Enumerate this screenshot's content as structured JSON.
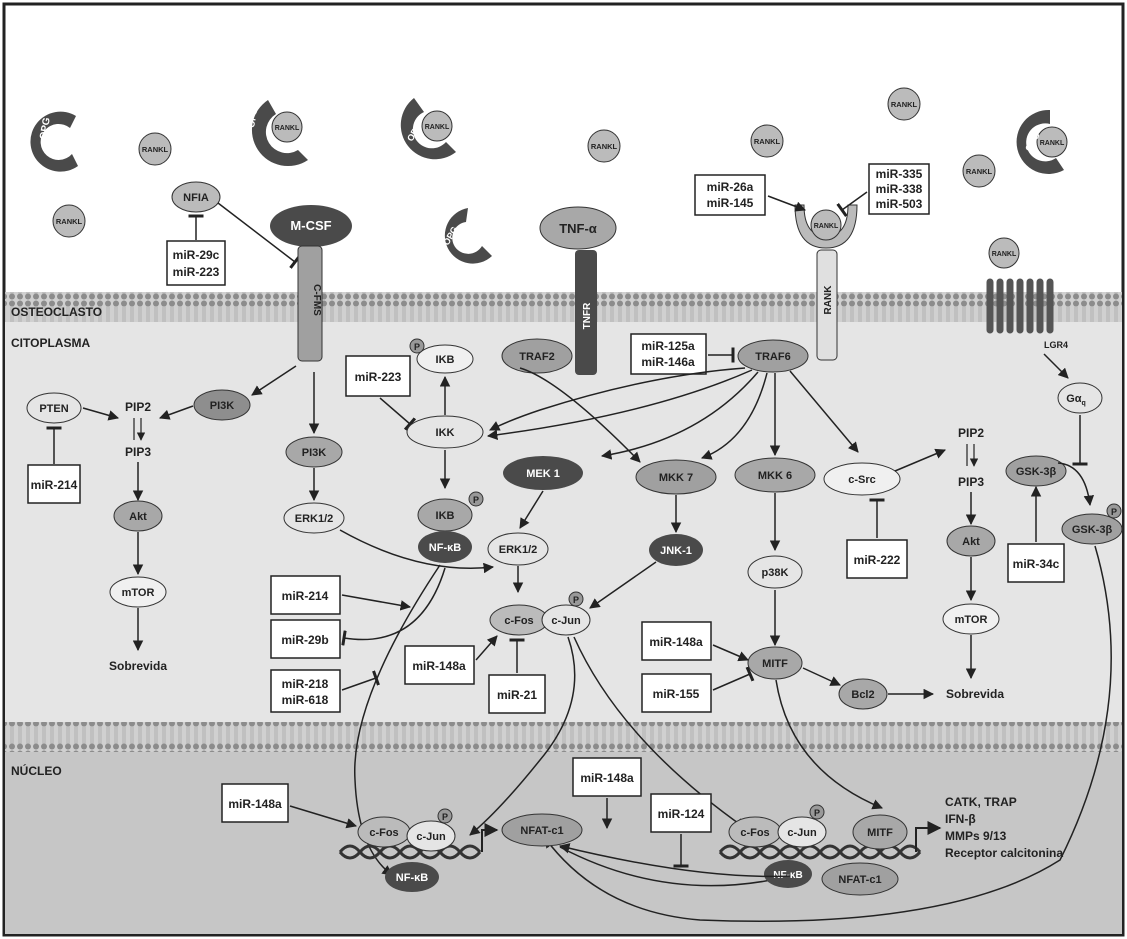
{
  "regions": {
    "osteoclast": "OSTEOCLASTO",
    "cytoplasm": "CITOPLASMA",
    "nucleus": "NÚCLEO"
  },
  "extracellular": {
    "opg": "OPG",
    "rankl": "RANKL",
    "nfia": "NFIA",
    "mcsf": "M-CSF",
    "tnfa": "TNF-α",
    "mir_29c_223": [
      "miR-29c",
      "miR-223"
    ],
    "mir_26a_145": [
      "miR-26a",
      "miR-145"
    ],
    "mir_335_338_503": [
      "miR-335",
      "miR-338",
      "miR-503"
    ]
  },
  "receptors": {
    "cfms": "C-FMS",
    "tnfr": "TNFR",
    "rank": "RANK",
    "lgr4": "LGR4"
  },
  "cytoplasm_nodes": {
    "pten": "PTEN",
    "pip2": "PIP2",
    "pip3": "PIP3",
    "pi3k": "PI3K",
    "akt": "Akt",
    "mtor": "mTOR",
    "survival": "Sobrevida",
    "erk": "ERK1/2",
    "ikb": "IKB",
    "ikk": "IKK",
    "nfkb": "NF-κB",
    "p": "P",
    "traf2": "TRAF2",
    "traf6": "TRAF6",
    "mek1": "MEK 1",
    "mkk7": "MKK 7",
    "mkk6": "MKK 6",
    "jnk1": "JNK-1",
    "p38k": "p38K",
    "csrc": "c-Src",
    "cfos": "c-Fos",
    "cjun": "c-Jun",
    "mitf": "MITF",
    "bcl2": "Bcl2",
    "galpha_base": "Gα",
    "galpha_sub": "q",
    "gsk3b": "GSK-3β"
  },
  "mirnas": {
    "m214a": "miR-214",
    "m223": "miR-223",
    "m125_146": [
      "miR-125a",
      "miR-146a"
    ],
    "m214b": "miR-214",
    "m29b": "miR-29b",
    "m218_618": [
      "miR-218",
      "miR-618"
    ],
    "m148a_1": "miR-148a",
    "m21": "miR-21",
    "m148a_2": "miR-148a",
    "m155": "miR-155",
    "m222": "miR-222",
    "m34c": "miR-34c",
    "m148a_3": "miR-148a",
    "m148a_4": "miR-148a",
    "m124": "miR-124"
  },
  "nucleus_nodes": {
    "nfatc1": "NFAT-c1",
    "targets": [
      "CATK, TRAP",
      "IFN-β",
      "MMPs 9/13",
      "Receptor calcitonina"
    ]
  }
}
